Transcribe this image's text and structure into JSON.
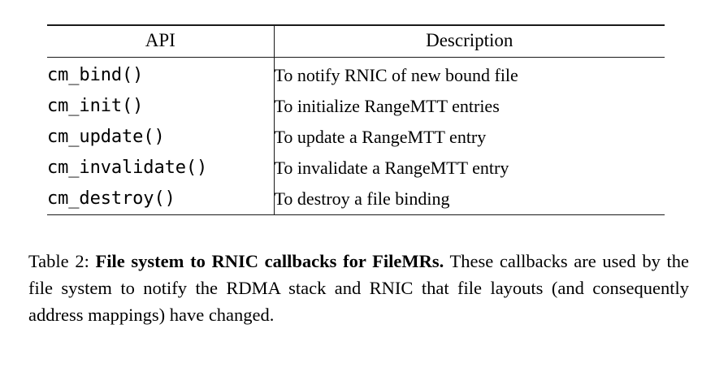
{
  "table": {
    "columns": [
      {
        "id": "api",
        "header": "API"
      },
      {
        "id": "desc",
        "header": "Description"
      }
    ],
    "rows": [
      {
        "api": "cm_bind()",
        "desc": "To notify RNIC of new bound file"
      },
      {
        "api": "cm_init()",
        "desc": "To initialize RangeMTT entries"
      },
      {
        "api": "cm_update()",
        "desc": "To update a RangeMTT entry"
      },
      {
        "api": "cm_invalidate()",
        "desc": "To invalidate a RangeMTT entry"
      },
      {
        "api": "cm_destroy()",
        "desc": "To destroy a file binding"
      }
    ]
  },
  "caption": {
    "label": "Table 2: ",
    "title": "File system to RNIC callbacks for FileMRs.",
    "body": " These callbacks are used by the file system to notify the RDMA stack and RNIC that file layouts (and consequently address mappings) have changed."
  },
  "colors": {
    "text": "#000000",
    "rule": "#1a1a1a",
    "background": "#ffffff"
  }
}
